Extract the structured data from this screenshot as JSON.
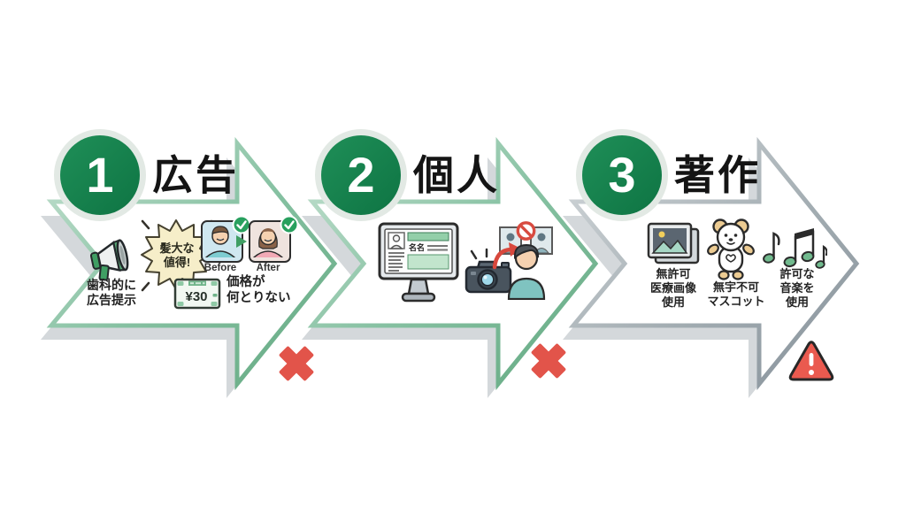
{
  "background": "#ffffff",
  "colors": {
    "step_circle_green": "#15814b",
    "arrow_border_green": "#7fbd9a",
    "arrow_border_gray": "#98a2a7",
    "arrow_shadow": "#d4d8db",
    "error_red": "#e2544a",
    "warning_red": "#ea5a4f",
    "accent_green": "#3f9e63"
  },
  "steps": [
    {
      "number": "1",
      "title": "広告",
      "result": "cross",
      "bubble": [
        "髪大な",
        "値得!"
      ],
      "caption_megaphone": [
        "歯科的に",
        "広告提示"
      ],
      "before_label": "Before",
      "after_label": "After",
      "bill_amount": "¥30",
      "caption_price": [
        "価格が",
        "何とりない"
      ],
      "icons": [
        "megaphone-icon",
        "starburst-bubble",
        "before-photo",
        "after-photo",
        "check-icon",
        "price-bill-icon",
        "cross-icon"
      ]
    },
    {
      "number": "2",
      "title": "個人",
      "result": "cross",
      "monitor_label": "名名",
      "icons": [
        "monitor-profile-icon",
        "camera-icon",
        "person-icon",
        "no-photo-icon",
        "red-curved-arrow-icon",
        "cross-icon"
      ]
    },
    {
      "number": "3",
      "title": "著作",
      "result": "warning",
      "caption_image": [
        "無許可",
        "医療画像",
        "使用"
      ],
      "caption_mascot": [
        "無宇不可",
        "マスコット"
      ],
      "caption_music": [
        "許可な",
        "音楽を",
        "使用"
      ],
      "icons": [
        "medical-images-icon",
        "mascot-bear-icon",
        "music-notes-icon",
        "warning-icon"
      ]
    }
  ]
}
